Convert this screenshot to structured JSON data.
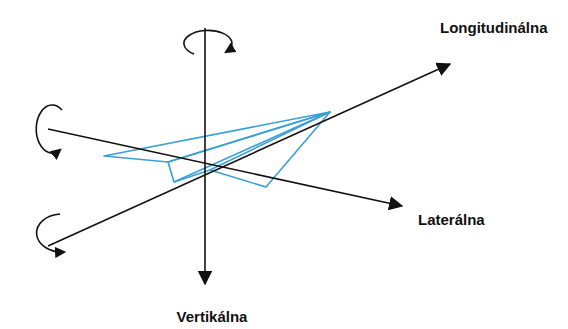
{
  "diagram": {
    "labels": [
      "Longitudinálna",
      "Laterálna",
      "Vertikálna"
    ]
  }
}
